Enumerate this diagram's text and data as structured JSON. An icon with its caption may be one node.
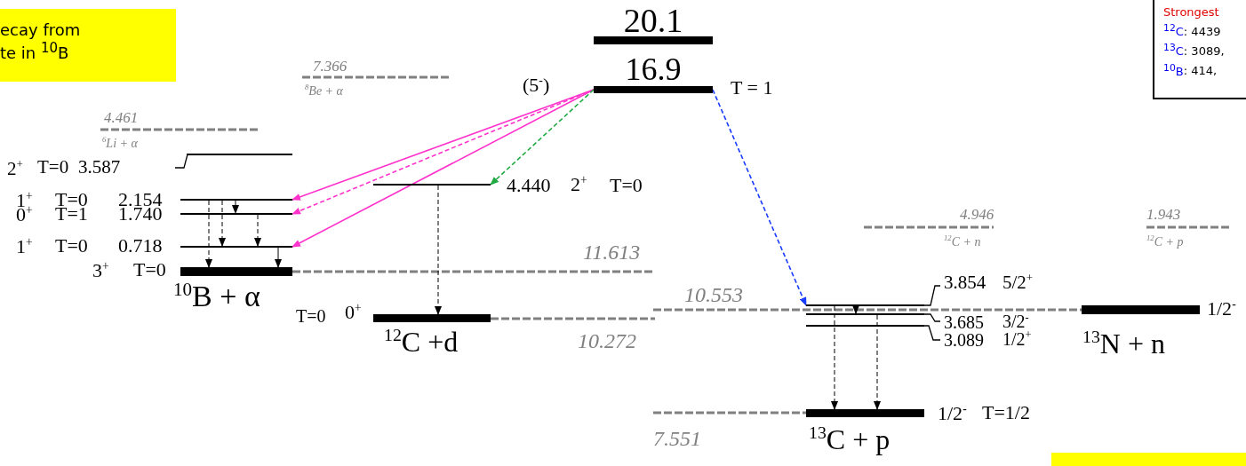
{
  "diagram": {
    "nodes": [
      {
        "text": [
          "ecay from te in $^{10}$B"
        ]
      },
      {
        "text": [],
        "shape": "bar",
        "beside": [
          "20.1"
        ]
      },
      {
        "text": [],
        "shape": "bar",
        "beside": [
          "16.9",
          "(5$^{-}$)",
          "T = 1"
        ]
      },
      {
        "text": [
          "Strongest",
          "$^{12}$C: 4439",
          "$^{13}$C: 3089,",
          "$^{10}$B: 414,"
        ]
      },
      {
        "text": [],
        "shape": "bar",
        "beside": [
          "2$^{+}$",
          "T=0",
          "3.587"
        ]
      },
      {
        "text": [],
        "shape": "bar",
        "beside": [
          "1$^{+}$",
          "T=0",
          "2.154"
        ]
      },
      {
        "text": [],
        "shape": "bar",
        "beside": [
          "0$^{+}$",
          "T=1",
          "1.740"
        ]
      },
      {
        "text": [],
        "shape": "bar",
        "beside": [
          "1$^{+}$",
          "T=0",
          "0.718"
        ]
      },
      {
        "text": [],
        "shape": "bar",
        "beside": [
          "3$^{+}$",
          "T=0",
          "$^{10}$B + α"
        ]
      },
      {
        "text": [],
        "shape": "bar",
        "beside": [
          "4.440",
          "2$^{+}$",
          "T=0"
        ]
      },
      {
        "text": [],
        "shape": "bar",
        "beside": [
          "T=0",
          "0$^{+}$",
          "$^{12}$C +d"
        ]
      },
      {
        "text": [],
        "shape": "bar",
        "beside": [
          "3.854",
          "5/2$^{+}$"
        ]
      },
      {
        "text": [],
        "shape": "bar",
        "beside": [
          "3.685",
          "3/2$^{-}$"
        ]
      },
      {
        "text": [],
        "shape": "bar",
        "beside": [
          "3.089",
          "1/2$^{+}$"
        ]
      },
      {
        "text": [],
        "shape": "bar",
        "beside": [
          "1/2$^{-}$",
          "$^{13}$N + n"
        ]
      },
      {
        "text": [],
        "shape": "bar",
        "beside": [
          "1/2$^{-}$",
          "T=1/2",
          "$^{13}$C + p"
        ]
      },
      {
        "text": [],
        "shape": "box"
      }
    ],
    "edges": [
      {
        "from": 2,
        "to": 5,
        "arrow": "to",
        "color": "#ff33cc"
      },
      {
        "from": 2,
        "to": 6,
        "arrow": "to",
        "style": "dashed",
        "color": "#ff33cc"
      },
      {
        "from": 2,
        "to": 7,
        "arrow": "to",
        "color": "#ff33cc"
      },
      {
        "from": 2,
        "to": 9,
        "arrow": "to",
        "style": "dashed",
        "color": "#22aa44"
      },
      {
        "from": 2,
        "to": 11,
        "arrow": "to",
        "style": "dashed",
        "color": "#1a3cff"
      },
      {
        "from": 5,
        "to": 6,
        "arrow": "to",
        "style": "dashed"
      },
      {
        "from": 5,
        "to": 7,
        "arrow": "to",
        "style": "dashed"
      },
      {
        "from": 5,
        "to": 8,
        "arrow": "to",
        "style": "dashed"
      },
      {
        "from": 6,
        "to": 7,
        "arrow": "to",
        "style": "dashed"
      },
      {
        "from": 7,
        "to": 8,
        "arrow": "to"
      },
      {
        "from": 9,
        "to": 10,
        "arrow": "to",
        "style": "dashed"
      },
      {
        "from": 11,
        "to": 12,
        "arrow": "to"
      },
      {
        "from": 11,
        "to": 15,
        "arrow": "to",
        "style": "dashed"
      },
      {
        "from": 12,
        "to": 15,
        "arrow": "to",
        "style": "dashed"
      }
    ],
    "labels": [
      "7.366",
      "$^{8}$Be + α",
      "4.461",
      "$^{6}$Li + α",
      "4.946",
      "$^{12}$C + n",
      "1.943",
      "$^{12}$C + p",
      "11.613",
      "10.553",
      "10.272",
      "7.551"
    ]
  }
}
